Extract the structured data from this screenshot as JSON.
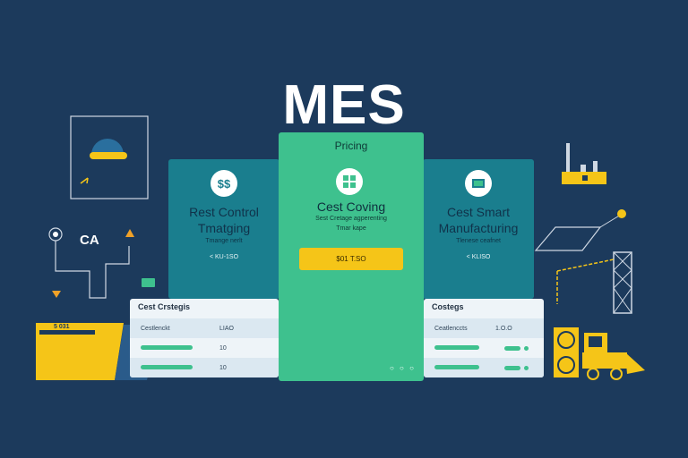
{
  "title": "MES",
  "cards": [
    {
      "title_line1": "Rest Control",
      "title_line2": "Tmatging",
      "subtitle": "Tmange nerlt",
      "price": "< KU-1SO",
      "icon": "dollar-icon"
    },
    {
      "header": "Pricing",
      "title": "Cest Coving",
      "subtitle_line1": "Sest Cretage agperenting",
      "subtitle_line2": "Tmar kape",
      "cta_label": "$01 T.SO",
      "icon": "grid-icon"
    },
    {
      "title_line1": "Cest Smart",
      "title_line2": "Manufacturing",
      "subtitle": "Tlenese ceafnet",
      "price": "< KLISO",
      "icon": "document-icon"
    }
  ],
  "tables": {
    "left": {
      "header": "Cest Crstegis",
      "rows": [
        {
          "label": "Cestlenckt",
          "value": "LIAO"
        },
        {
          "label": "",
          "value": "10"
        },
        {
          "label": "",
          "value": "10"
        }
      ]
    },
    "right": {
      "header": "Costegs",
      "rows": [
        {
          "label": "Ceatlenccts",
          "value": "1.O.O"
        },
        {
          "label": "",
          "value": ""
        },
        {
          "label": "",
          "value": ""
        }
      ]
    }
  },
  "misc": {
    "decor_label": "CA",
    "ticker_label": "5 031"
  },
  "colors": {
    "background": "#1c3a5c",
    "teal": "#1a7e8e",
    "green": "#3ec18e",
    "yellow": "#f5c518",
    "white": "#ffffff"
  }
}
